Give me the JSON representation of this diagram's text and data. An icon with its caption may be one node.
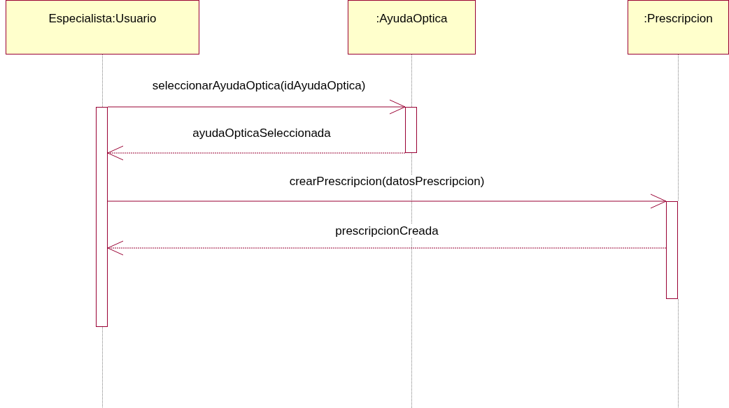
{
  "diagram": {
    "nodes": [
      {
        "text": [
          "Especialista:Usuario"
        ]
      },
      {
        "text": [
          ":AyudaOptica"
        ]
      },
      {
        "text": [
          ":Prescripcion"
        ]
      },
      {
        "text": [],
        "shape": "bar"
      },
      {
        "text": [],
        "shape": "bar"
      },
      {
        "text": [],
        "shape": "bar"
      }
    ],
    "edges": [
      {
        "from": 0,
        "to": 3,
        "arrow": "none",
        "style": "dashed",
        "color": "#808080"
      },
      {
        "from": 1,
        "to": 4,
        "arrow": "none",
        "style": "dashed",
        "color": "#808080"
      },
      {
        "from": 2,
        "to": 5,
        "arrow": "none",
        "style": "dashed",
        "color": "#808080"
      },
      {
        "from": 3,
        "to": 4,
        "arrow": "to",
        "label": "seleccionarAyudaOptica(idAyudaOptica)"
      },
      {
        "from": 4,
        "to": 3,
        "arrow": "to",
        "style": "dashed",
        "label": "ayudaOpticaSeleccionada"
      },
      {
        "from": 3,
        "to": 5,
        "arrow": "to",
        "label": "crearPrescripcion(datosPrescripcion)"
      },
      {
        "from": 5,
        "to": 3,
        "arrow": "to",
        "style": "dashed",
        "label": "prescripcionCreada"
      }
    ]
  }
}
